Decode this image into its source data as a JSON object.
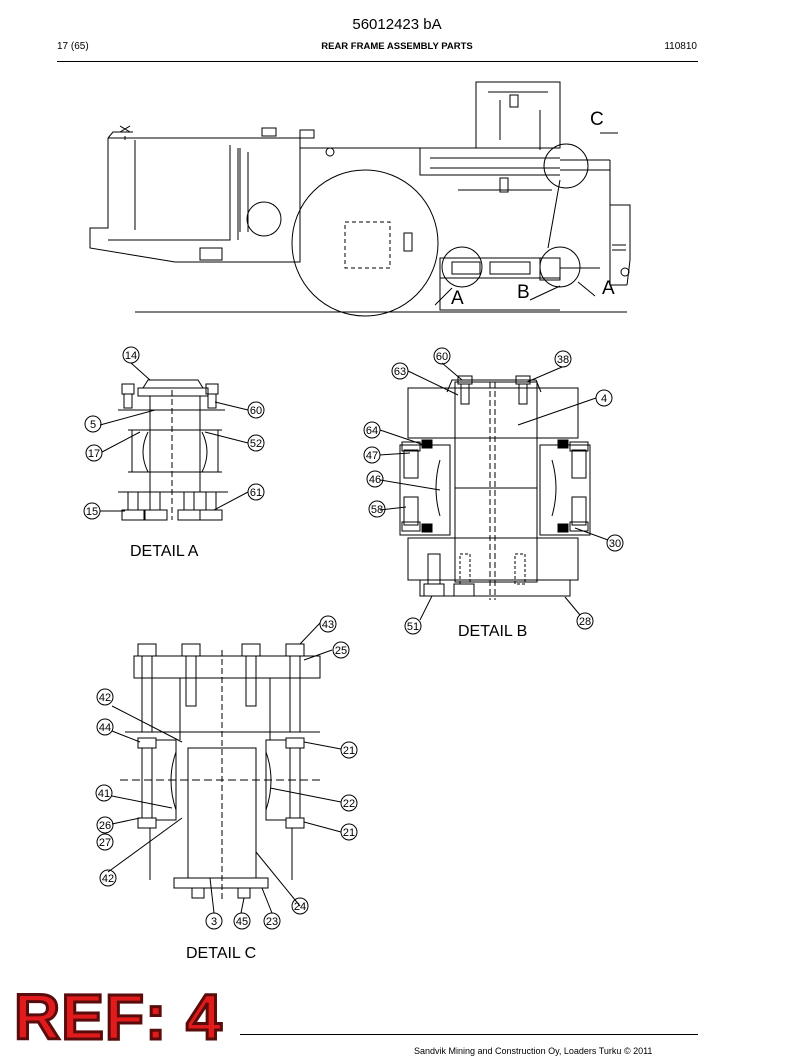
{
  "header": {
    "doc_number": "56012423 bA",
    "page": "17 (65)",
    "title": "REAR FRAME ASSEMBLY PARTS",
    "date": "110810"
  },
  "overview": {
    "callouts": [
      "C",
      "A",
      "B",
      "A"
    ]
  },
  "detail_a": {
    "caption": "DETAIL A",
    "labels": [
      "14",
      "5",
      "60",
      "52",
      "17",
      "61",
      "15"
    ]
  },
  "detail_b": {
    "caption": "DETAIL B",
    "labels": [
      "60",
      "38",
      "63",
      "4",
      "64",
      "47",
      "46",
      "58",
      "30",
      "51",
      "28"
    ]
  },
  "detail_c": {
    "caption": "DETAIL C",
    "labels": [
      "43",
      "25",
      "42",
      "44",
      "21",
      "41",
      "22",
      "26",
      "27",
      "21",
      "42",
      "24",
      "3",
      "45",
      "23"
    ]
  },
  "stamp": "REF: 4",
  "footer": "Sandvik Mining and Construction Oy, Loaders Turku © 2011",
  "colors": {
    "stamp": "#e11b1b"
  }
}
